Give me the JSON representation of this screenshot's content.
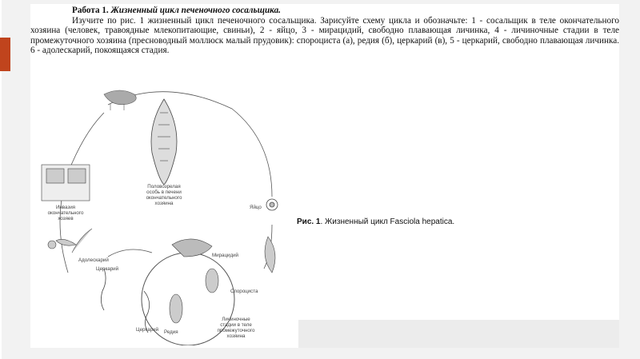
{
  "task": {
    "title_prefix": "Работа 1.",
    "title_rest": "Жизненный цикл печеночного сосальщика",
    "body": "Изучите по рис. 1 жизненный цикл печеночного сосальщика. Зарисуйте схему цикла и обозначьте: 1 - сосальщик в теле окончательного хозяина (человек, травоядные млекопитающие, свиньи), 2 - яйцо, 3 - мирацидий, свободно плавающая личинка, 4 - личиночные стадии в теле промежуточного хозяина (пресноводный моллюск малый прудовик): спороциста (а), редия (б), церкарий (в), 5 - церкарий, свободно плавающая личинка. 6 - адолескарий, покоящаяся стадия."
  },
  "caption": {
    "prefix": "Рис. 1",
    "text": ". Жизненный цикл Fasciola hepatica."
  },
  "diagram_labels": {
    "adult": [
      "Половозрелая",
      "особь в печени",
      "окончательного",
      "хозяина"
    ],
    "egg": "Яйцо",
    "miracidium": "Мирацидий",
    "sporocyst": "Спороциста",
    "redia": "Редия",
    "cercaria_left": "Церкарий",
    "cercaria_bottom": "Церкарий",
    "adolescaria": "Адолескарий",
    "invasion": [
      "Инвазия",
      "окончательного",
      "хозяев"
    ],
    "larval": [
      "Личиночные",
      "стадии в теле",
      "промежуточного",
      "хозяина"
    ]
  },
  "colors": {
    "accent": "#c0441d",
    "background": "#f2f2f2"
  }
}
